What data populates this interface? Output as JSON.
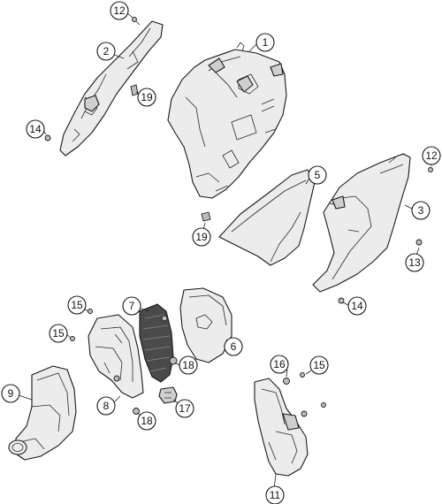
{
  "callouts": [
    {
      "id": "c1",
      "label": "1"
    },
    {
      "id": "c2",
      "label": "2"
    },
    {
      "id": "c3",
      "label": "3"
    },
    {
      "id": "c5",
      "label": "5"
    },
    {
      "id": "c6",
      "label": "6"
    },
    {
      "id": "c7",
      "label": "7"
    },
    {
      "id": "c8",
      "label": "8"
    },
    {
      "id": "c9",
      "label": "9"
    },
    {
      "id": "c11",
      "label": "11"
    },
    {
      "id": "c12a",
      "label": "12"
    },
    {
      "id": "c12b",
      "label": "12"
    },
    {
      "id": "c13",
      "label": "13"
    },
    {
      "id": "c14a",
      "label": "14"
    },
    {
      "id": "c14b",
      "label": "14"
    },
    {
      "id": "c15a",
      "label": "15"
    },
    {
      "id": "c15b",
      "label": "15"
    },
    {
      "id": "c15c",
      "label": "15"
    },
    {
      "id": "c16",
      "label": "16"
    },
    {
      "id": "c17",
      "label": "17"
    },
    {
      "id": "c18a",
      "label": "18"
    },
    {
      "id": "c18b",
      "label": "18"
    },
    {
      "id": "c19a",
      "label": "19"
    },
    {
      "id": "c19b",
      "label": "19"
    }
  ]
}
